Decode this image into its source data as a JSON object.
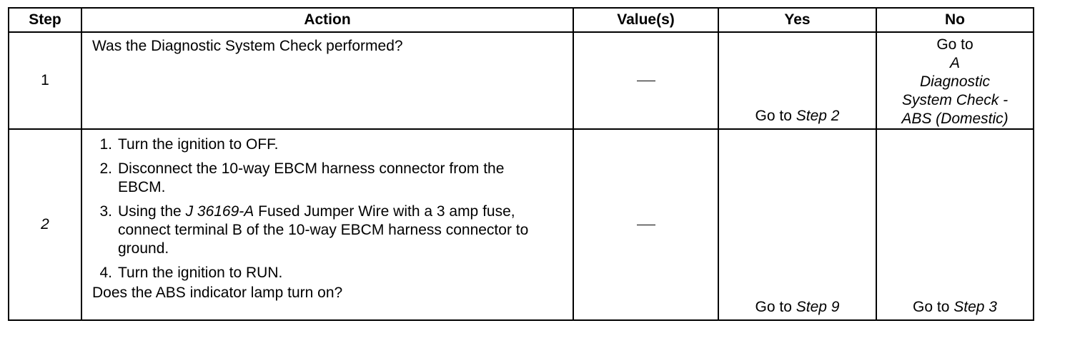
{
  "headers": {
    "step": "Step",
    "action": "Action",
    "values": "Value(s)",
    "yes": "Yes",
    "no": "No"
  },
  "rows": [
    {
      "step": "1",
      "action_question": "Was the Diagnostic System Check performed?",
      "value": "—",
      "yes": {
        "prefix": "Go to ",
        "target": "Step 2"
      },
      "no": {
        "prefix": "Go to ",
        "target_lines": [
          "A",
          "Diagnostic",
          "System Check -",
          "ABS (Domestic)"
        ]
      }
    },
    {
      "step": "2",
      "steps": [
        {
          "num": "1.",
          "text": "Turn the ignition to OFF."
        },
        {
          "num": "2.",
          "text": "Disconnect the 10-way EBCM harness connector from the EBCM."
        },
        {
          "num": "3.",
          "text_before": "Using the ",
          "tool": "J 36169-A",
          "text_after": " Fused Jumper Wire with a 3 amp fuse, connect terminal B of the 10-way EBCM harness connector to ground."
        },
        {
          "num": "4.",
          "text": "Turn the ignition to RUN."
        }
      ],
      "action_question": "Does the ABS indicator lamp turn on?",
      "value": "—",
      "yes": {
        "prefix": "Go to ",
        "target": "Step 9"
      },
      "no": {
        "prefix": "Go to ",
        "target": "Step 3"
      }
    }
  ]
}
